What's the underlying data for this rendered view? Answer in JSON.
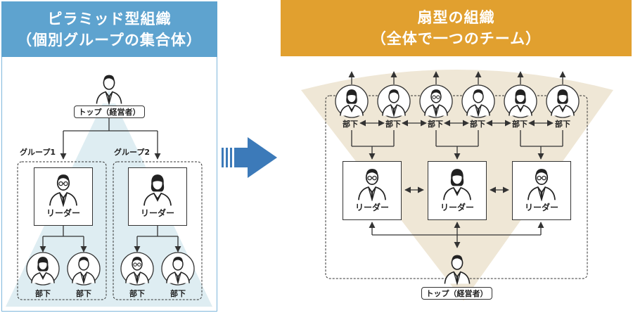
{
  "left": {
    "title_line1": "ピラミッド型組織",
    "title_line2": "（個別グループの集合体）",
    "top_label": "トップ（経営者）",
    "group1_label": "グループ1",
    "group2_label": "グループ2",
    "leader_label": "リーダー",
    "member_label": "部下"
  },
  "right": {
    "title_line1": "扇型の組織",
    "title_line2": "（全体で一つのチーム）",
    "top_label": "トップ（経営者）",
    "leader_label": "リーダー",
    "member_label": "部下"
  },
  "colors": {
    "left_header": "#5ea3cf",
    "left_border": "#7fb7dc",
    "left_triangle": "#deedf2",
    "right_header": "#e1a02f",
    "right_fan": "#efe7d6",
    "transition_arrow": "#3c7ab9",
    "line": "#333333"
  },
  "icons": {
    "person_male": "person-male-suit-icon",
    "person_female": "person-female-icon",
    "executive": "executive-person-icon",
    "transition": "right-arrow-icon"
  }
}
